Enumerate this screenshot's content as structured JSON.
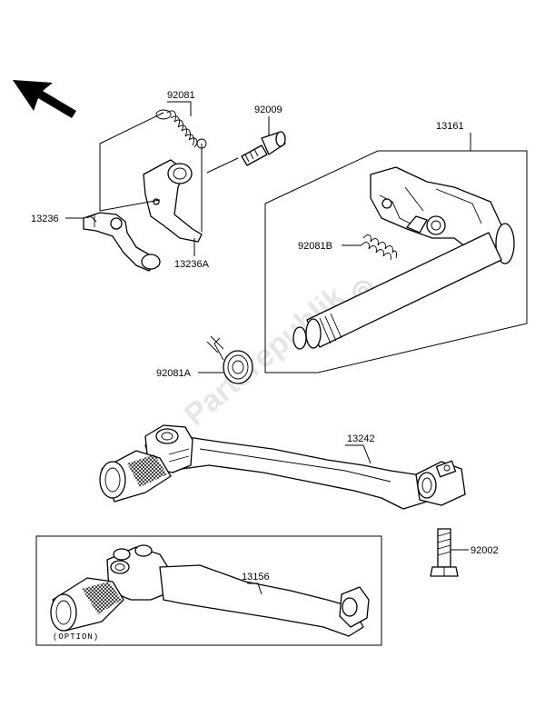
{
  "labels": {
    "p92081": "92081",
    "p92009": "92009",
    "p13161": "13161",
    "p13236": "13236",
    "p13236A": "13236A",
    "p92081B": "92081B",
    "p92081A": "92081A",
    "p13242": "13242",
    "p92002": "92002",
    "p13156": "13156",
    "option": "(OPTION)"
  },
  "watermark": "Partsrepublik",
  "colors": {
    "line": "#000000",
    "background": "#ffffff",
    "watermark": "#e6e6e6"
  },
  "icons": [
    "direction-arrow-icon",
    "knurl-hatch"
  ]
}
